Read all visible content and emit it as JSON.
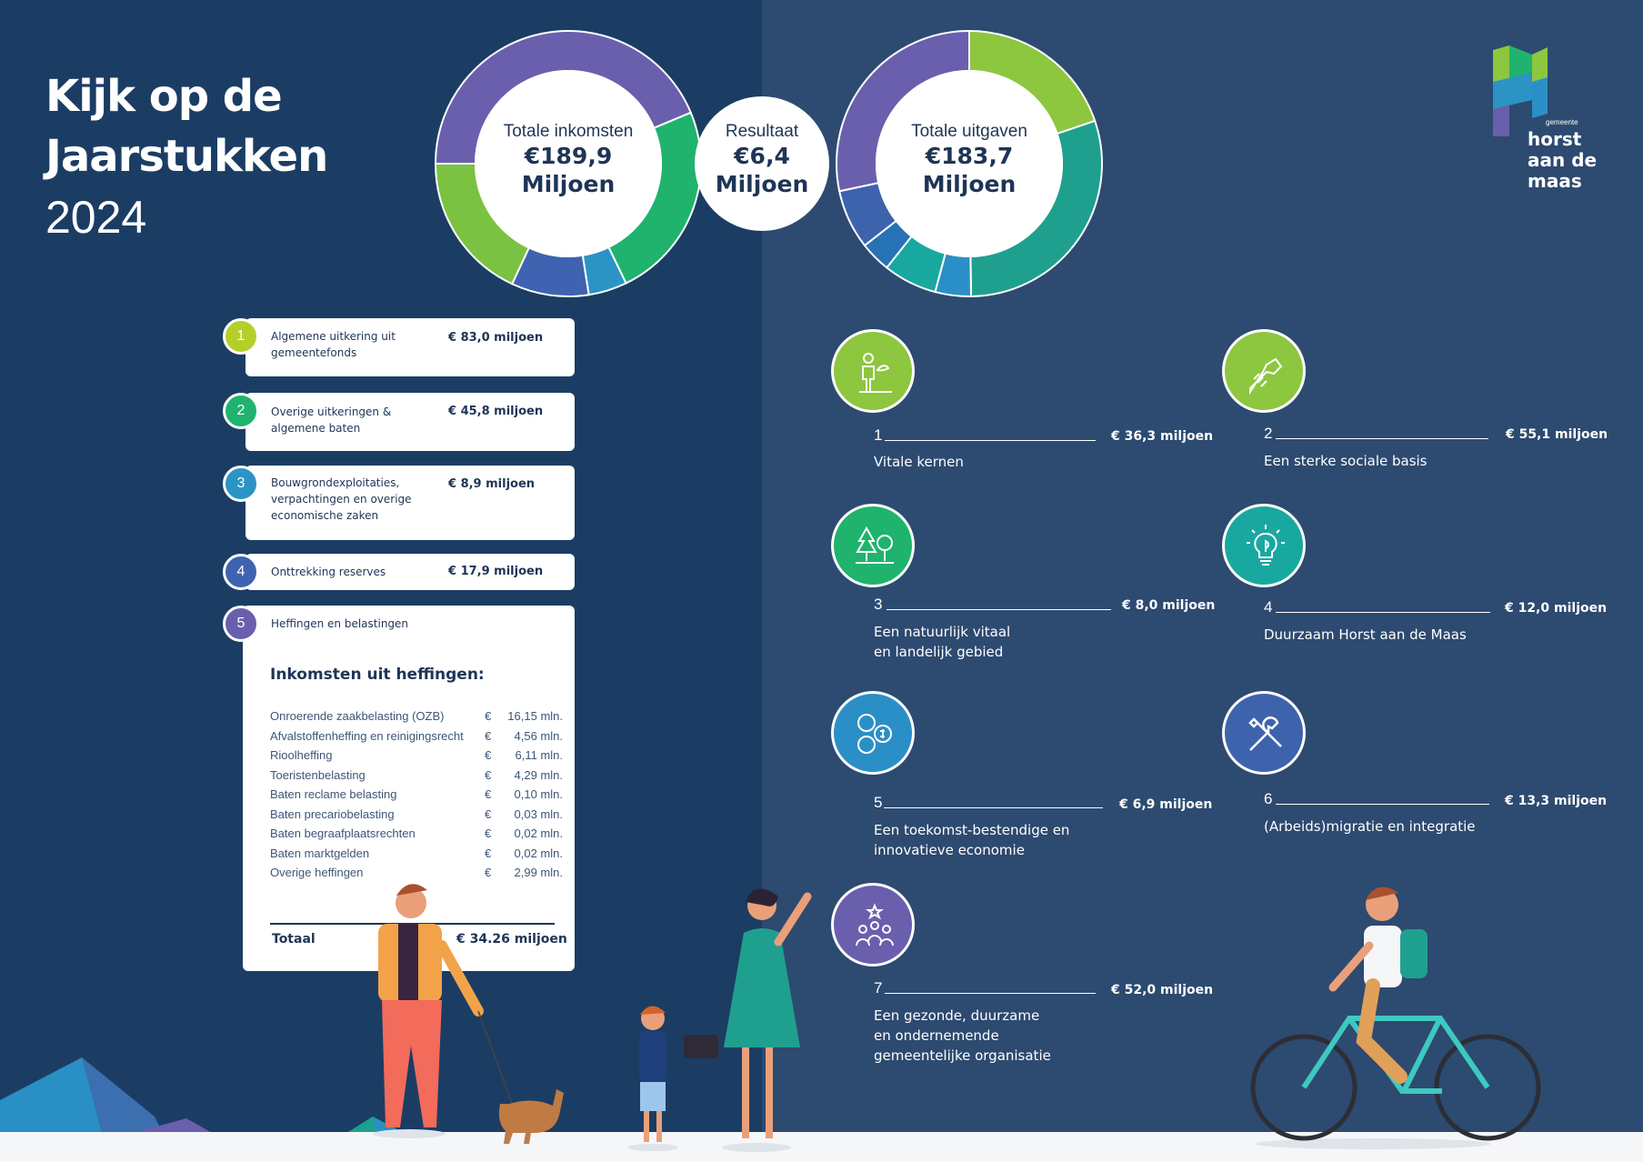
{
  "page": {
    "title_line1": "Kijk op de",
    "title_line2": "Jaarstukken",
    "year": "2024",
    "logo_small": "gemeente",
    "logo_line1": "horst",
    "logo_line2": "aan de",
    "logo_line3": "maas"
  },
  "centers": {
    "income": {
      "label": "Totale inkomsten",
      "value": "€189,9",
      "unit": "Miljoen"
    },
    "result": {
      "label": "Resultaat",
      "value": "€6,4",
      "unit": "Miljoen"
    },
    "expenses": {
      "label": "Totale uitgaven",
      "value": "€183,7",
      "unit": "Miljoen"
    }
  },
  "chart_data": [
    {
      "type": "pie",
      "series": [
        {
          "label": "Algemene uitkering uit gemeentefonds",
          "value": 83.0,
          "color": "#6a5fad"
        },
        {
          "label": "Overige uitkeringen & algemene baten",
          "value": 45.8,
          "color": "#1fb36d"
        },
        {
          "label": "Bouwgrondexploitaties, verpachtingen en overige economische zaken",
          "value": 8.9,
          "color": "#2b94c4"
        },
        {
          "label": "Onttrekking reserves",
          "value": 17.9,
          "color": "#3f63b0"
        },
        {
          "label": "Heffingen en belastingen",
          "value": 34.26,
          "color": "#7bc242"
        }
      ]
    },
    {
      "type": "pie",
      "series": [
        {
          "label": "Vitale kernen",
          "value": 36.3,
          "color": "#8dc63f"
        },
        {
          "label": "Een sterke sociale basis",
          "value": 55.1,
          "color": "#1fa08f"
        },
        {
          "label": "Een natuurlijk vitaal en landelijk gebied",
          "value": 8.0,
          "color": "#2b8fc7"
        },
        {
          "label": "Duurzaam Horst aan de Maas",
          "value": 12.0,
          "color": "#19a8a0"
        },
        {
          "label": "Een toekomst-bestendige en innovatieve economie",
          "value": 6.9,
          "color": "#2572b4"
        },
        {
          "label": "(Arbeids)migratie en integratie",
          "value": 13.3,
          "color": "#3e63ad"
        },
        {
          "label": "Een gezonde, duurzame en ondernemende gemeentelijke organisatie",
          "value": 52.0,
          "color": "#6a5fad"
        }
      ]
    }
  ],
  "income_items": [
    {
      "num": "1",
      "label": "Algemene uitkering uit gemeentefonds",
      "amount": "€ 83,0 miljoen",
      "color": "#b5cf2a"
    },
    {
      "num": "2",
      "label": "Overige uitkeringen & algemene baten",
      "amount": "€ 45,8 miljoen",
      "color": "#1fb36d"
    },
    {
      "num": "3",
      "label": "Bouwgrondexploitaties, verpachtingen en overige economische zaken",
      "amount": "€ 8,9 miljoen",
      "color": "#2b94c4"
    },
    {
      "num": "4",
      "label": "Onttrekking reserves",
      "amount": "€ 17,9 miljoen",
      "color": "#3f63b0"
    },
    {
      "num": "5",
      "label": "Heffingen en belastingen",
      "amount": "",
      "color": "#6a5fad"
    }
  ],
  "heffingen": {
    "title": "Inkomsten uit heffingen:",
    "currency": "€",
    "rows": [
      {
        "name": "Onroerende zaakbelasting (OZB)",
        "value": "16,15 mln."
      },
      {
        "name": "Afvalstoffenheffing en reinigingsrecht",
        "value": "4,56 mln."
      },
      {
        "name": "Rioolheffing",
        "value": "6,11 mln."
      },
      {
        "name": "Toeristenbelasting",
        "value": "4,29 mln."
      },
      {
        "name": "Baten reclame belasting",
        "value": "0,10 mln."
      },
      {
        "name": "Baten precariobelasting",
        "value": "0,03 mln."
      },
      {
        "name": "Baten begraafplaatsrechten",
        "value": "0,02 mln."
      },
      {
        "name": "Baten marktgelden",
        "value": "0,02 mln."
      },
      {
        "name": "Overige heffingen",
        "value": "2,99 mln."
      }
    ],
    "total_label": "Totaal",
    "total_value": "€ 34.26 miljoen"
  },
  "expense_items": [
    {
      "num": "1",
      "name_lines": [
        "Vitale kernen"
      ],
      "amount": "€ 36,3 miljoen",
      "color": "#8dc63f"
    },
    {
      "num": "2",
      "name_lines": [
        "Een sterke sociale basis"
      ],
      "amount": "€ 55,1 miljoen",
      "color": "#8dc63f"
    },
    {
      "num": "3",
      "name_lines": [
        "Een natuurlijk vitaal",
        "en landelijk gebied"
      ],
      "amount": "€ 8,0 miljoen",
      "color": "#1fb36d"
    },
    {
      "num": "4",
      "name_lines": [
        "Duurzaam Horst aan de Maas"
      ],
      "amount": "€ 12,0 miljoen",
      "color": "#19a8a0"
    },
    {
      "num": "5",
      "name_lines": [
        "Een toekomst-bestendige en",
        "innovatieve economie"
      ],
      "amount": "€ 6,9 miljoen",
      "color": "#2b8fc7"
    },
    {
      "num": "6",
      "name_lines": [
        "(Arbeids)migratie en integratie"
      ],
      "amount": "€ 13,3 miljoen",
      "color": "#3e63ad"
    },
    {
      "num": "7",
      "name_lines": [
        "Een gezonde, duurzame",
        "en ondernemende",
        "gemeentelijke organisatie"
      ],
      "amount": "€ 52,0 miljoen",
      "color": "#6a5fad"
    }
  ]
}
